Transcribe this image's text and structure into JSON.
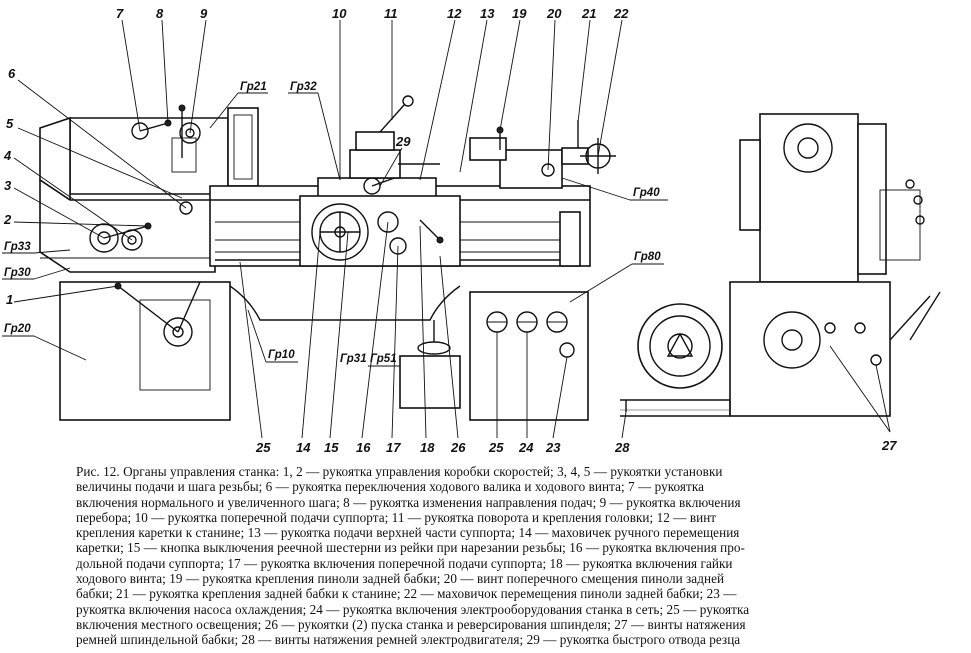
{
  "labels": {
    "top": [
      "7",
      "8",
      "9",
      "10",
      "11",
      "12",
      "13",
      "19",
      "20",
      "21",
      "22"
    ],
    "left": [
      "6",
      "5",
      "4",
      "3",
      "2",
      "1"
    ],
    "bottom": [
      "25",
      "14",
      "15",
      "16",
      "17",
      "18",
      "26",
      "25",
      "24",
      "23",
      "28",
      "27"
    ],
    "mid": [
      "29"
    ]
  },
  "groups": {
    "gp21": "Гр21",
    "gp32": "Гр32",
    "gp40": "Гр40",
    "gp33": "Гр33",
    "gp30": "Гр30",
    "gp20": "Гр20",
    "gp10": "Гр10",
    "gp31": "Гр31",
    "gp51": "Гр51",
    "gp80": "Гр80"
  },
  "caption": {
    "lines": [
      "Рис. 12. Органы управления станка: 1, 2 — рукоятка управления коробки скоростей; 3, 4, 5 — рукоятки установки",
      "величины подачи и шага резьбы; 6 — рукоятка переключения ходового валика и ходового винта; 7 — рукоятка",
      "включения нормального и увеличенного шага; 8 — рукоятка изменения направления подач; 9 — рукоятка включения",
      "перебора; 10 — рукоятка поперечной подачи суппорта; 11 — рукоятка поворота и крепления головки; 12 — винт",
      "крепления каретки к станине; 13 — рукоятка подачи верхней части суппорта; 14 — маховичек ручного перемещения",
      "каретки; 15 — кнопка выключения реечной шестерни из рейки при нарезании резьбы; 16 — рукоятка включения про-",
      "дольной подачи суппорта; 17 — рукоятка включения поперечной подачи суппорта; 18 — рукоятка включения гайки",
      "ходового винта; 19 — рукоятка крепления пиноли задней бабки; 20 — винт поперечного смещения пиноли задней",
      "бабки; 21 — рукоятка крепления задней бабки к станине; 22 — маховичок перемещения пиноли задней бабки; 23 —",
      "рукоятка включения насоса охлаждения; 24 — рукоятка включения электрооборудования станка в сеть; 25 — рукоятка",
      "включения местного освещения; 26 — рукоятки (2) пуска станка и реверсирования шпинделя; 27 — винты натяжения",
      "ремней шпиндельной бабки; 28 — винты натяжения ремней электродвигателя; 29 — рукоятка быстрого отвода резца"
    ]
  }
}
